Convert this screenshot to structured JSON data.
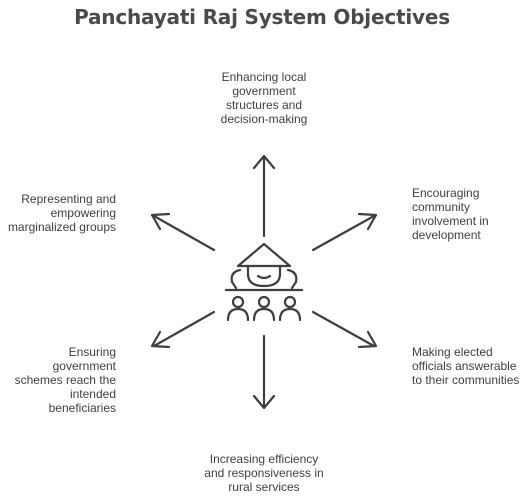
{
  "title": "Panchayati Raj System Objectives",
  "objectives": {
    "top": "Enhancing local\ngovernment\nstructures and\ndecision-making",
    "top_right": "Encouraging\ncommunity\ninvolvement in\ndevelopment",
    "bottom_right": "Making elected\nofficials answerable\nto their communities",
    "bottom": "Increasing efficiency\nand responsiveness in\nrural services",
    "bottom_left": "Ensuring government\nschemes reach the\nintended beneficiaries",
    "top_left": "Representing and\nempowering\nmarginalized groups"
  },
  "center_icon": "village-assembly-icon",
  "arrow_color": "#3e3e3e"
}
